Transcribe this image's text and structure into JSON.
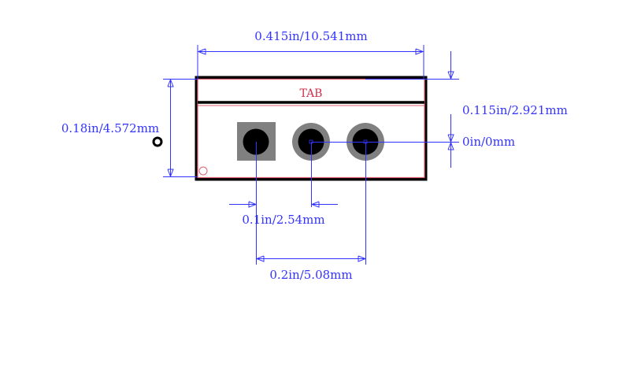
{
  "labels": {
    "width": "0.415in/10.541mm",
    "height": "0.18in/4.572mm",
    "tab_offset": "0.115in/2.921mm",
    "origin_offset": "0in/0mm",
    "pitch": "0.1in/2.54mm",
    "span": "0.2in/5.08mm",
    "tab": "TAB"
  },
  "colors": {
    "dimension": "#3333ff",
    "silkscreen": "#000000",
    "courtyard": "#d0304a",
    "pad": "#808080",
    "hole": "#000000"
  }
}
